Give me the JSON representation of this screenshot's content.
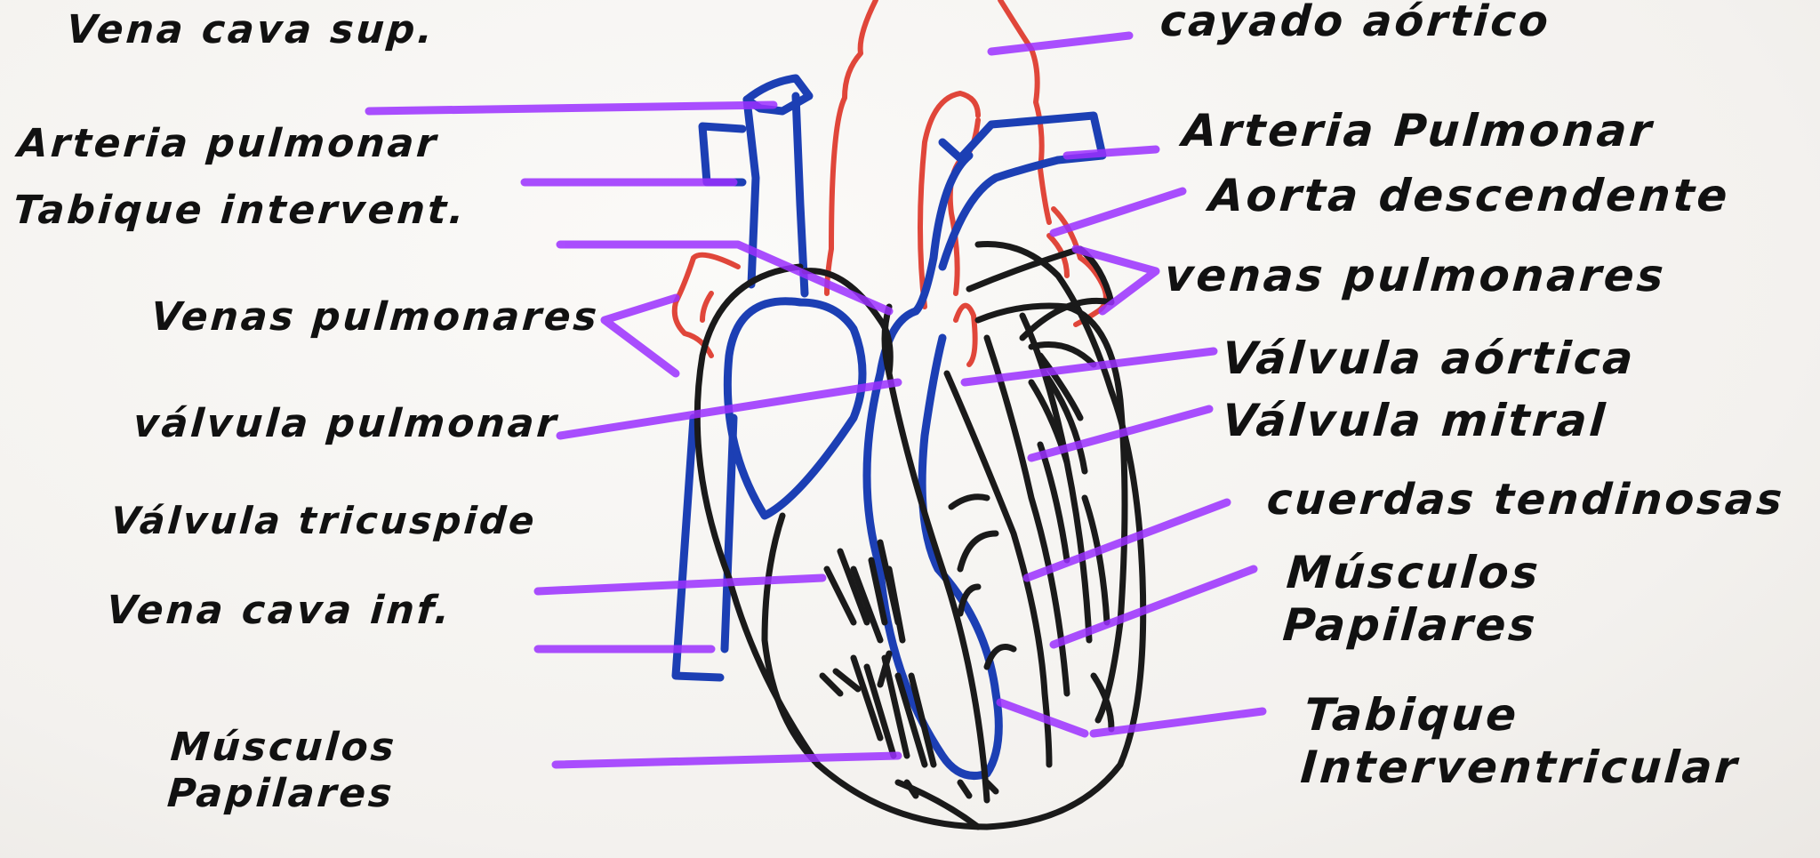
{
  "labels": {
    "vena_cava_sup": "Vena cava sup.",
    "arteria_pulmonar_left": "Arteria pulmonar",
    "tabique_interventr_left": "Tabique intervent.",
    "venas_pulmonares_left": "Venas pulmonares",
    "valvula_pulmonar": "válvula pulmonar",
    "valvula_tricuspide": "Válvula tricuspide",
    "vena_cava_inf": "Vena cava inf.",
    "musculos_papilares_left": "Músculos\nPapilares",
    "cayado_aortico": "cayado aórtico",
    "arteria_pulmonar_right": "Arteria Pulmonar",
    "aorta_descendente": "Aorta descendente",
    "venas_pulmonares_right": "venas pulmonares",
    "valvula_aortica": "Válvula aórtica",
    "valvula_mitral": "Válvula mitral",
    "cuerdas_tendinosas": "cuerdas tendinosas",
    "musculos_papilares_right": "Músculos\nPapilares",
    "tabique_interventricular_right": "Tabique\nInterventricular"
  },
  "colors": {
    "ink": "#111111",
    "leader": "#9b30ff",
    "vein_blue": "#1c3fb4",
    "artery_red": "#e0463a",
    "outline": "#1a1a1a"
  }
}
